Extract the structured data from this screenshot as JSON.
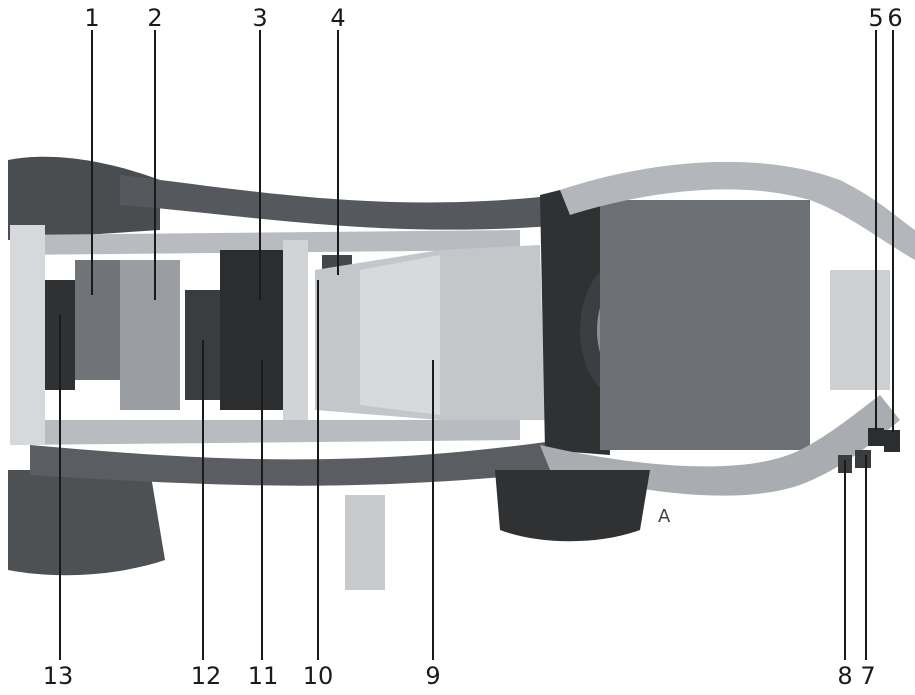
{
  "colors": {
    "background": "#ffffff",
    "frame_dark": "#3f4245",
    "frame_mid": "#6a6e72",
    "metal_light": "#c9cccf",
    "metal_mid": "#9ea3a8",
    "part_dark": "#2b2d2f",
    "leader": "#1a1a1a"
  },
  "callouts": {
    "c1": "1",
    "c2": "2",
    "c3": "3",
    "c4": "4",
    "c5": "5",
    "c6": "6",
    "c7": "7",
    "c8": "8",
    "c9": "9",
    "c10": "10",
    "c11": "11",
    "c12": "12",
    "c13": "13"
  },
  "watermark": "A"
}
